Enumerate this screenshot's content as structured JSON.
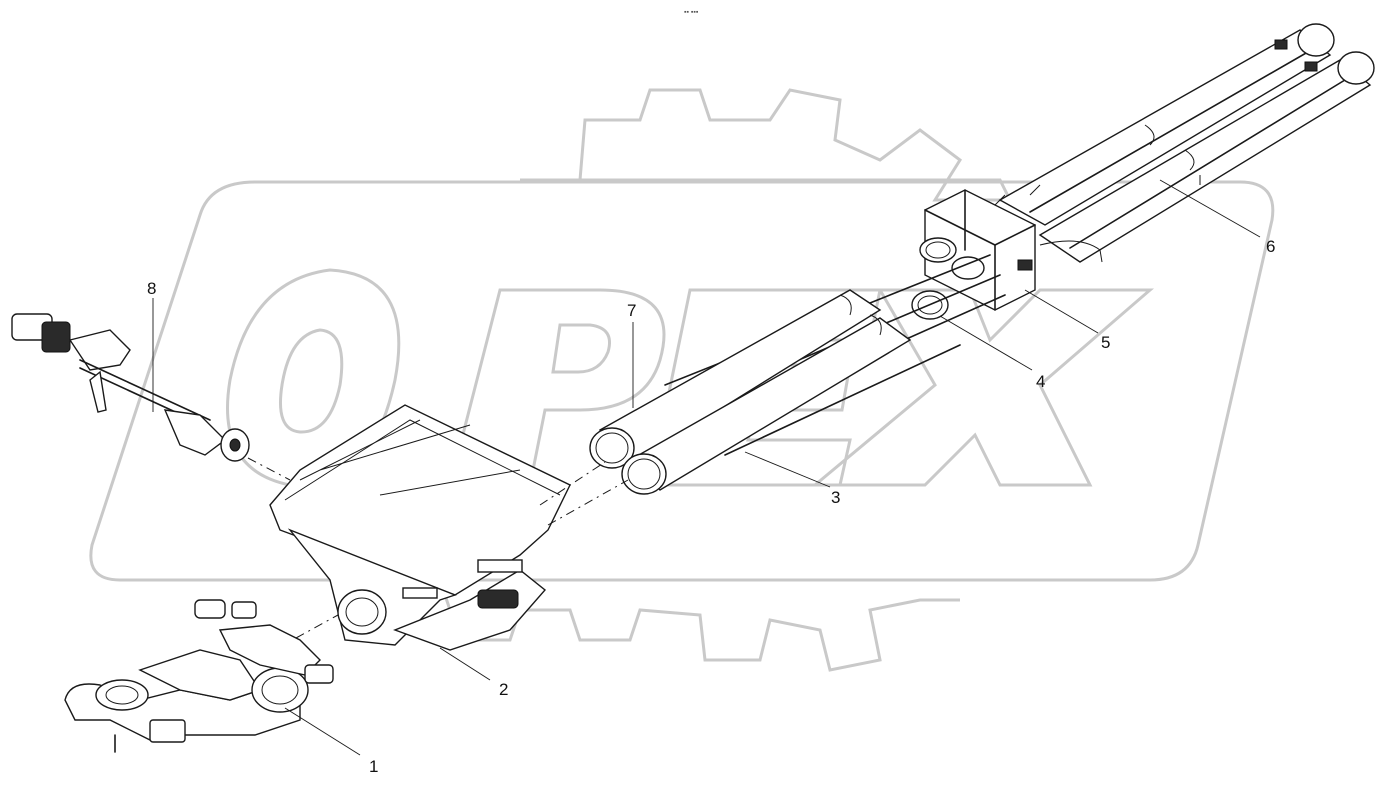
{
  "header": {
    "top_mark": "▪▪ ▪▪▪"
  },
  "watermark": {
    "color": "#c9c9c9"
  },
  "callouts": [
    {
      "id": "1",
      "label": "1"
    },
    {
      "id": "2",
      "label": "2"
    },
    {
      "id": "3",
      "label": "3"
    },
    {
      "id": "4",
      "label": "4"
    },
    {
      "id": "5",
      "label": "5"
    },
    {
      "id": "6",
      "label": "6"
    },
    {
      "id": "7",
      "label": "7"
    },
    {
      "id": "8",
      "label": "8"
    }
  ]
}
